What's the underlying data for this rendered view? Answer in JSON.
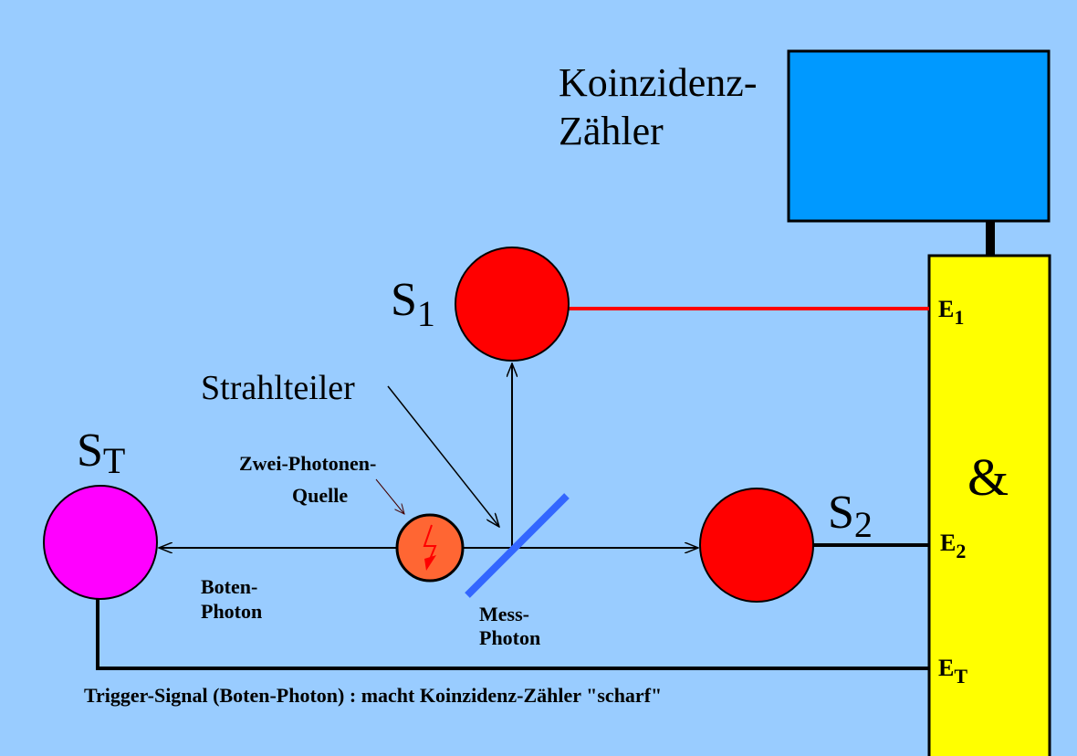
{
  "counter": {
    "line1": "Koinzidenz-",
    "line2": "Zähler"
  },
  "detectors": {
    "s1": {
      "main": "S",
      "sub": "1"
    },
    "s2": {
      "main": "S",
      "sub": "2"
    },
    "st": {
      "main": "S",
      "sub": "T"
    }
  },
  "labels": {
    "beam_splitter": "Strahlteiler",
    "source_line1": "Zwei-Photonen-",
    "source_line2": "Quelle",
    "herald_line1": "Boten-",
    "herald_line2": "Photon",
    "measure_line1": "Mess-",
    "measure_line2": "Photon",
    "trigger": "Trigger-Signal (Boten-Photon) : macht Koinzidenz-Zähler \"scharf\""
  },
  "gate": {
    "symbol": "&",
    "inputs": [
      {
        "main": "E",
        "sub": "1"
      },
      {
        "main": "E",
        "sub": "2"
      },
      {
        "main": "E",
        "sub": "T"
      }
    ]
  },
  "colors": {
    "background": "#99ccff",
    "counter": "#0099ff",
    "gate": "#ffff00",
    "detector": "#ff0000",
    "trigger_detector": "#ff00ff",
    "source": "#ff6633",
    "splitter": "#3366ff"
  }
}
